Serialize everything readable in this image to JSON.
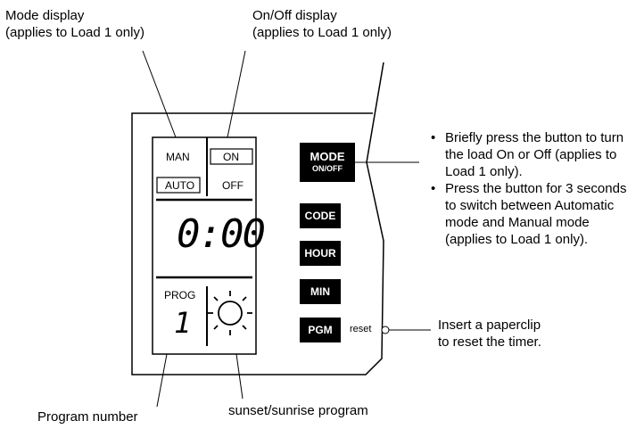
{
  "callouts": {
    "mode_display": [
      "Mode display",
      "(applies to Load 1 only)"
    ],
    "onoff_display": [
      "On/Off display",
      "(applies to Load 1 only)"
    ],
    "program_number": "Program number",
    "sunset_program": "sunset/sunrise program",
    "reset": [
      "Insert a paperclip",
      "to reset the timer."
    ],
    "mode_button_notes": [
      "Briefly press the button to turn the load On or Off (applies to Load 1 only).",
      "Press the button for 3 seconds to switch between Automatic mode and Manual mode (applies to Load 1 only)."
    ]
  },
  "display": {
    "man": "MAN",
    "on": "ON",
    "auto": "AUTO",
    "off": "OFF",
    "time": "0:00",
    "prog_label": "PROG",
    "prog_number": "1"
  },
  "buttons": {
    "mode": "MODE",
    "mode_sub": "ON/OFF",
    "code": "CODE",
    "hour": "HOUR",
    "min": "MIN",
    "pgm": "PGM",
    "reset_label": "reset"
  },
  "icons": {
    "sun": "sun-icon",
    "reset_hole": "reset-hole-icon"
  }
}
